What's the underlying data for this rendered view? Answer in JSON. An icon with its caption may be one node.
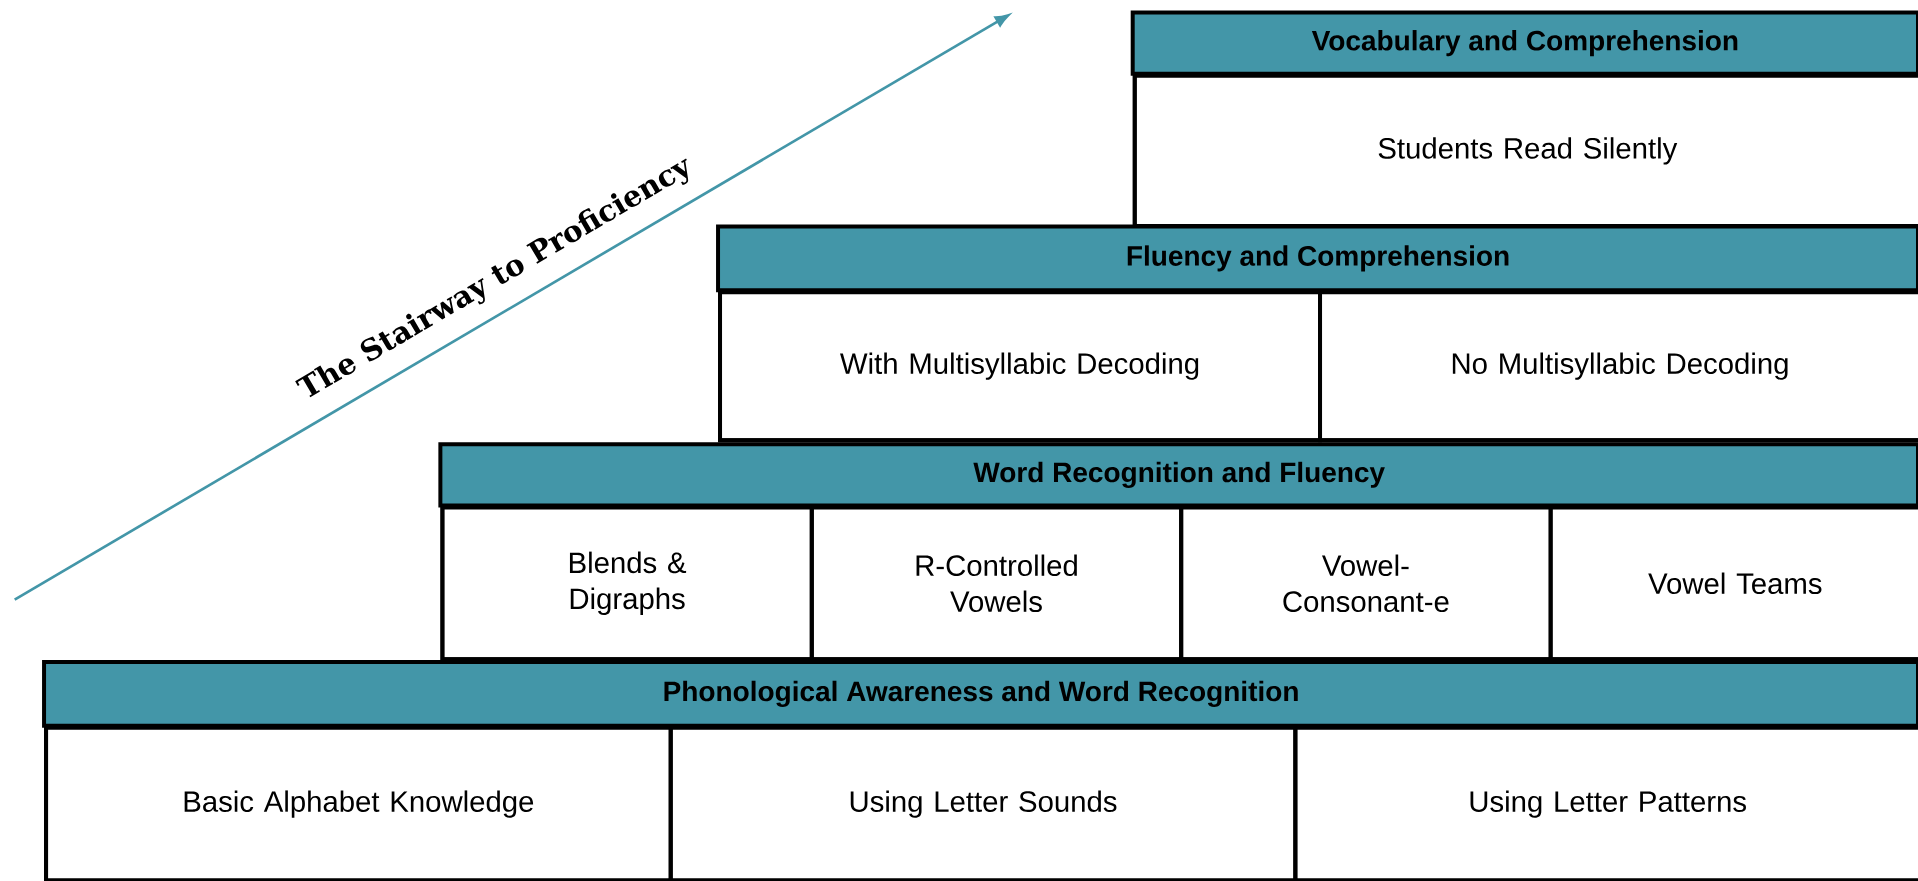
{
  "diagram": {
    "nodes": [
      {
        "text": [
          "Vocabulary and Comprehension"
        ]
      },
      {
        "text": [
          "Students Read Silently"
        ],
        "in": 0
      },
      {
        "text": [
          "Fluency and Comprehension"
        ]
      },
      {
        "text": [
          "With Multisyllabic Decoding"
        ],
        "in": 2
      },
      {
        "text": [
          "No Multisyllabic Decoding"
        ],
        "in": 2
      },
      {
        "text": [
          "Word Recognition and Fluency"
        ]
      },
      {
        "text": [
          "Blends & Digraphs"
        ],
        "in": 5
      },
      {
        "text": [
          "R-Controlled Vowels"
        ],
        "in": 5
      },
      {
        "text": [
          "Vowel-Consonant-e"
        ],
        "in": 5
      },
      {
        "text": [
          "Vowel Teams"
        ],
        "in": 5
      },
      {
        "text": [
          "Phonological Awareness and Word Recognition"
        ]
      },
      {
        "text": [
          "Basic Alphabet Knowledge"
        ],
        "in": 10
      },
      {
        "text": [
          "Using Letter Sounds"
        ],
        "in": 10
      },
      {
        "text": [
          "Using Letter Patterns"
        ],
        "in": 10
      }
    ],
    "edges": [],
    "labels": [
      "The Stairway to Proficiency"
    ]
  }
}
